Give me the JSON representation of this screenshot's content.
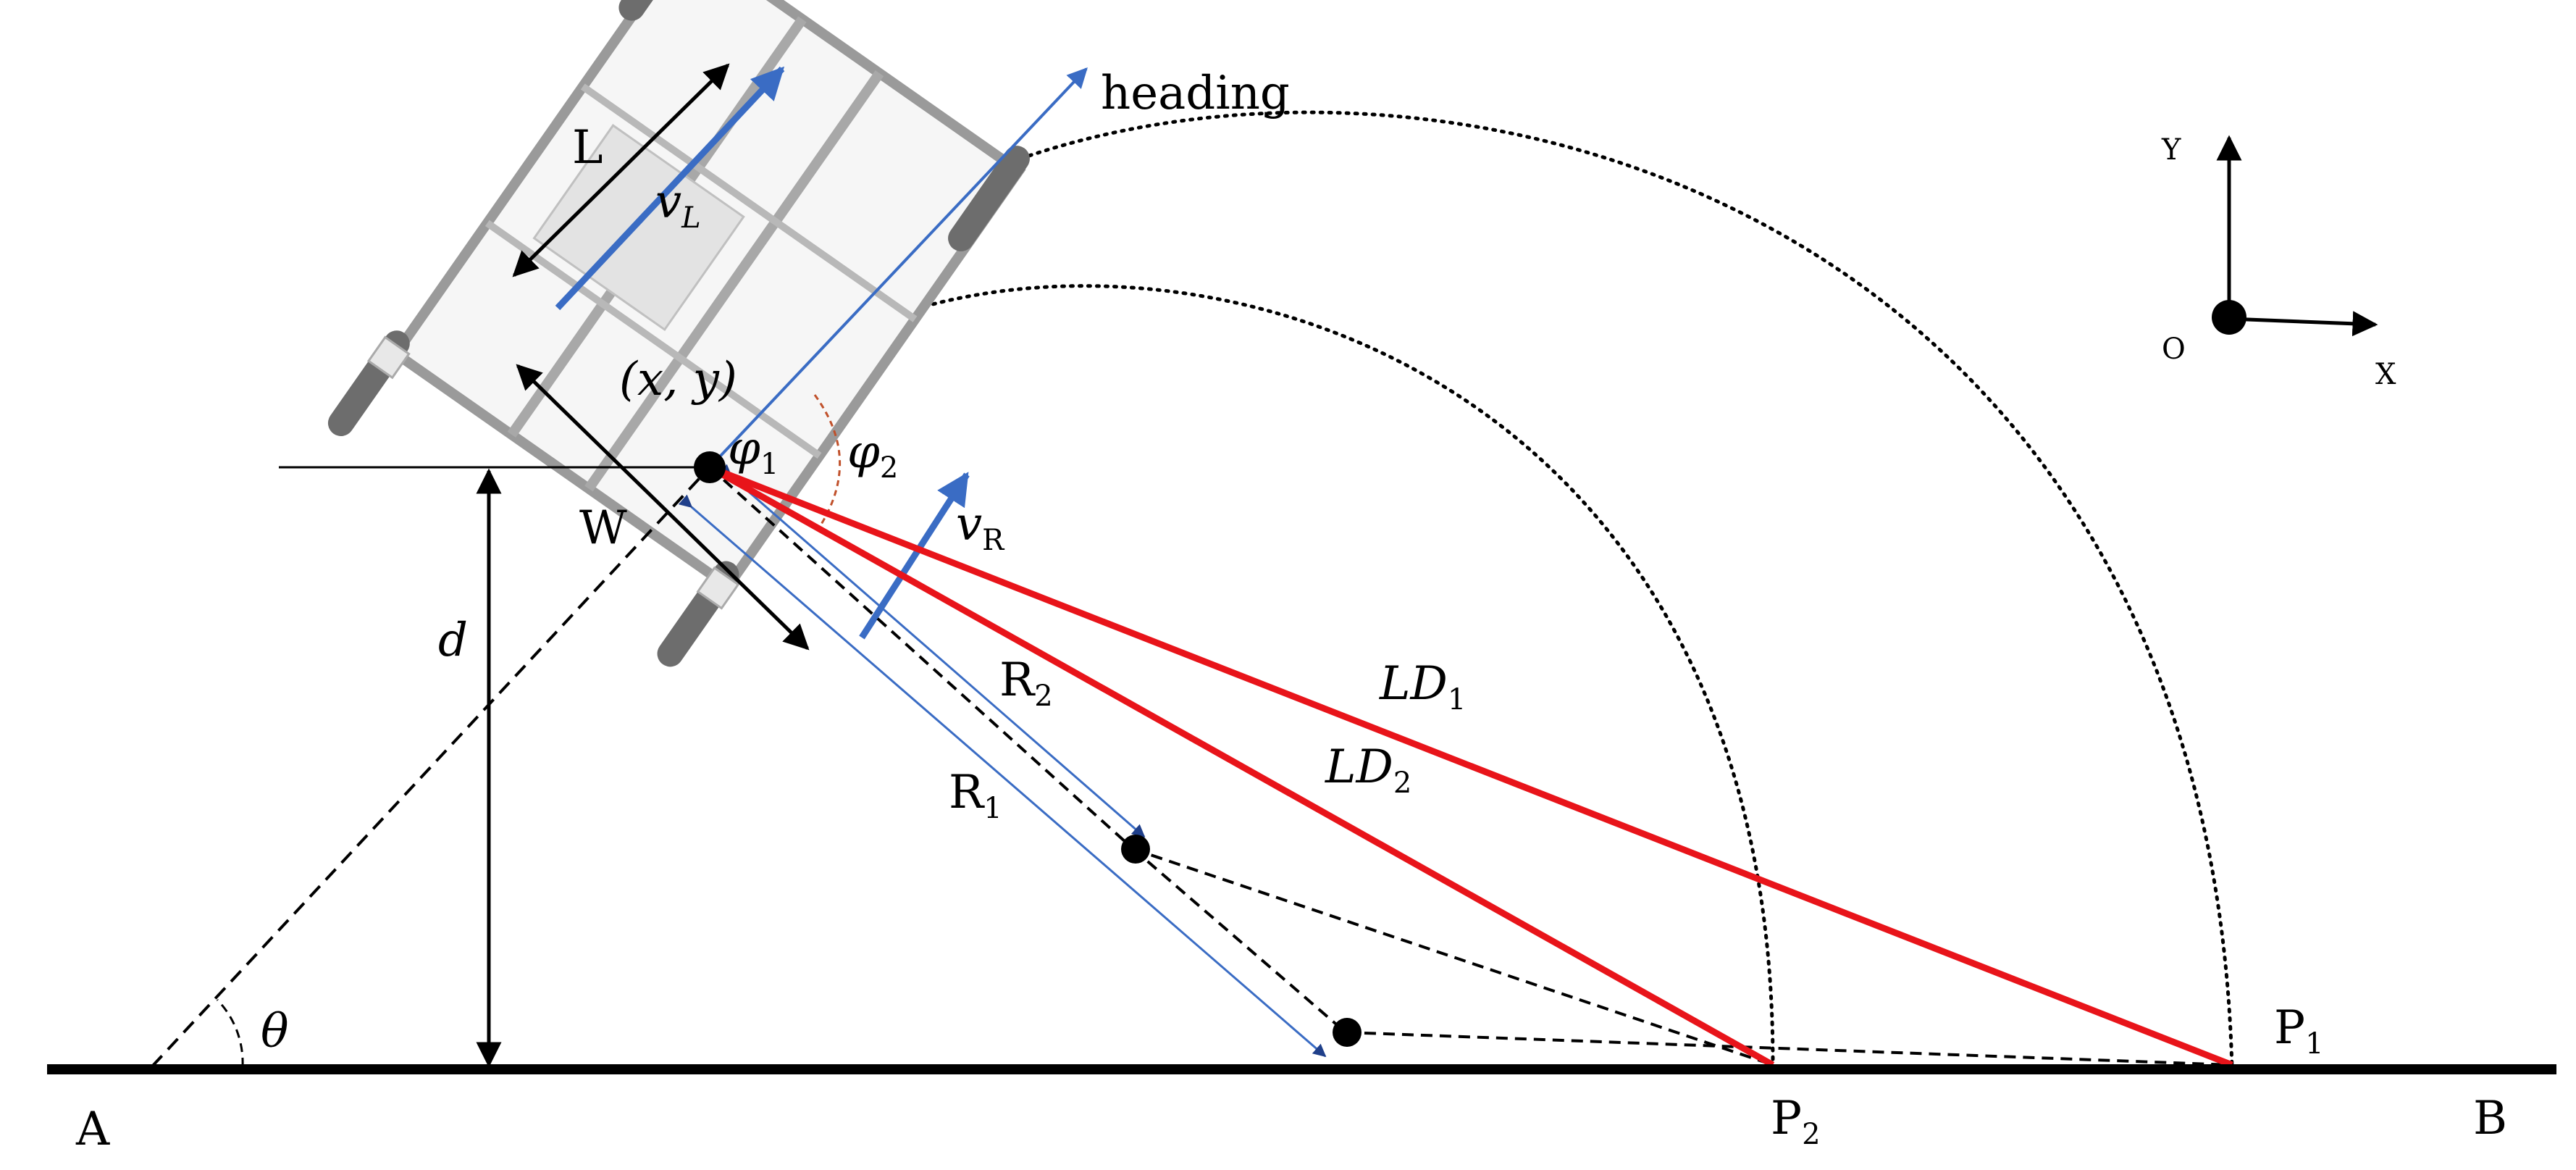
{
  "labels": {
    "heading": "heading",
    "L": "L",
    "W": "W",
    "vL": "v",
    "vL_sub": "L",
    "vR": "v",
    "vR_sub": "R",
    "xy": "(x, y)",
    "phi1": "φ",
    "phi1_sub": "1",
    "phi2": "φ",
    "phi2_sub": "2",
    "d": "d",
    "theta": "θ",
    "R1": "R",
    "R1_sub": "1",
    "R2": "R",
    "R2_sub": "2",
    "LD1": "LD",
    "LD1_sub": "1",
    "LD2": "LD",
    "LD2_sub": "2",
    "A": "A",
    "B": "B",
    "P1": "P",
    "P1_sub": "1",
    "P2": "P",
    "P2_sub": "2"
  },
  "axes": {
    "x": "X",
    "y": "Y",
    "origin": "O"
  },
  "colors": {
    "lookahead_lines": "#e8141a",
    "arrows_blue": "#3a6cc4",
    "ground": "#000000",
    "robot_frame": "#9a9a9a",
    "angle_arc": "#c0502a"
  }
}
